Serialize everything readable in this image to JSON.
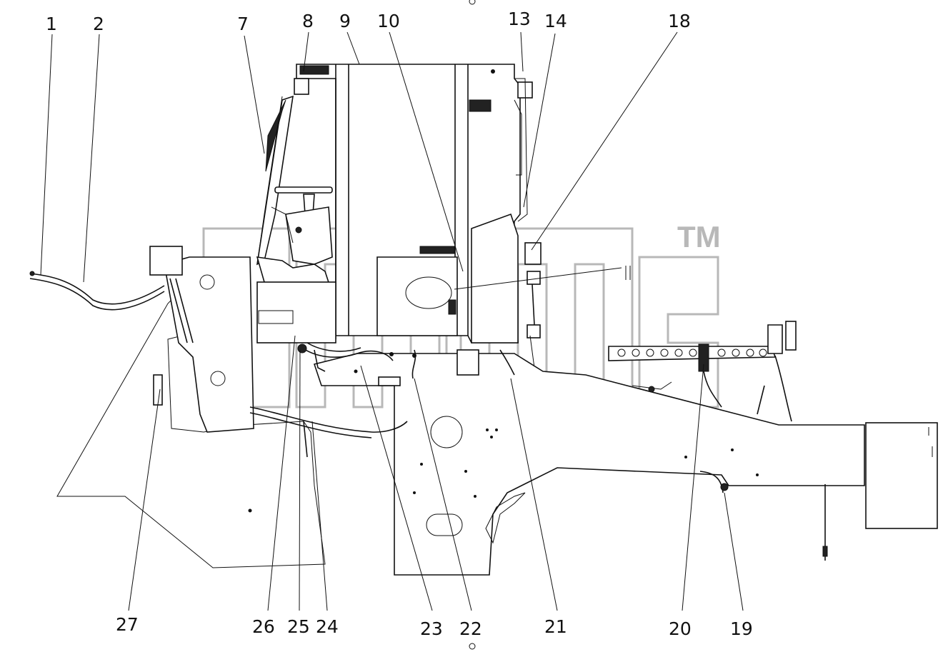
{
  "diagram": {
    "callouts": [
      {
        "label": "1"
      },
      {
        "label": "2"
      },
      {
        "label": "7"
      },
      {
        "label": "8"
      },
      {
        "label": "9"
      },
      {
        "label": "10"
      },
      {
        "label": "13"
      },
      {
        "label": "14"
      },
      {
        "label": "18"
      },
      {
        "label": "27"
      },
      {
        "label": "26"
      },
      {
        "label": "25"
      },
      {
        "label": "24"
      },
      {
        "label": "23"
      },
      {
        "label": "22"
      },
      {
        "label": "21"
      },
      {
        "label": "20"
      },
      {
        "label": "19"
      }
    ],
    "watermark": {
      "mark": "TM"
    },
    "colors": {
      "line": "#111111",
      "watermark": "#9a9a9a",
      "background": "#ffffff"
    }
  }
}
